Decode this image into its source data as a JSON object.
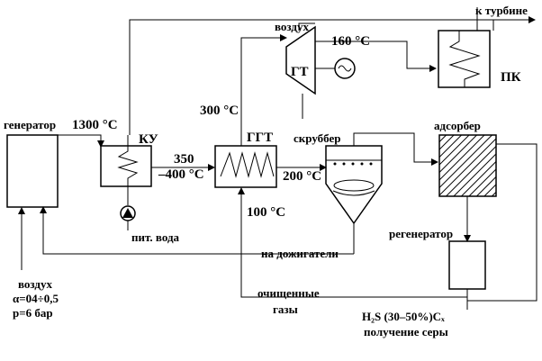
{
  "labels": {
    "generator": "генератор",
    "gen_temp": "1300 °C",
    "ku": "КУ",
    "ku_temp_top": "350",
    "ku_temp_bottom": "–400 °C",
    "pit_voda": "пит. вода",
    "ggt": "ГГТ",
    "ggt_temp_in": "300 °C",
    "ggt_temp_out": "200 °C",
    "ggt_temp_bottom": "100 °C",
    "gt": "ГТ",
    "gt_temp": "160 °C",
    "vozduh_top": "воздух",
    "k_turbine": "к турбине",
    "pk": "ПК",
    "scrubber": "скруббер",
    "adsorber": "адсорбер",
    "regenerator": "регенератор",
    "dozhigateli": "на дожигатели",
    "clean_gases_1": "очищенные",
    "clean_gases_2": "газы",
    "h2s": "H₂S (30–50%)Cₓ",
    "sulfur": "получение серы",
    "air_bottom": "воздух",
    "alpha": "α=04÷0,5",
    "pressure": "p=6 бар"
  }
}
